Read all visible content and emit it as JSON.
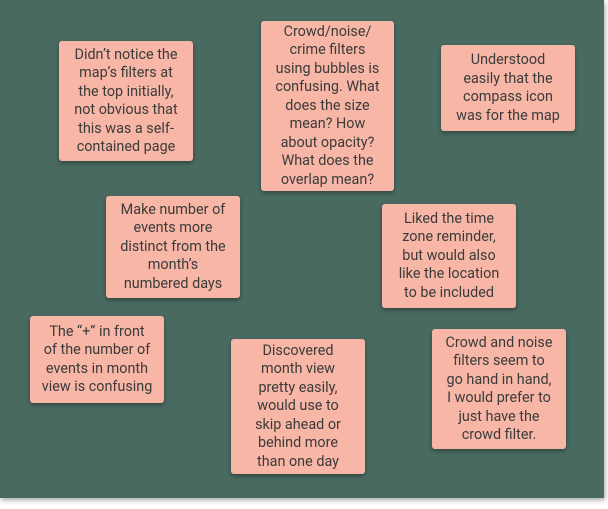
{
  "board": {
    "background_color": "#496a61",
    "note_color": "#f8b7a6",
    "notes": [
      {
        "text": "Didn’t notice the\nmap’s filters at\nthe top initially,\nnot obvious that\nthis was a self-\ncontained page"
      },
      {
        "text": "Crowd/noise/\ncrime filters\nusing bubbles is\nconfusing. What\ndoes the size\nmean? How\nabout opacity?\nWhat does the\noverlap mean?"
      },
      {
        "text": "Understood\neasily that the\ncompass icon\nwas for the map"
      },
      {
        "text": "Make number of\nevents more\ndistinct from the\nmonth’s\nnumbered days"
      },
      {
        "text": "Liked the time\nzone reminder,\nbut would also\nlike the location\nto be included"
      },
      {
        "text": "The “+” in front\nof the number of\nevents in month\nview is confusing"
      },
      {
        "text": "Discovered\nmonth view\npretty easily,\nwould use to\nskip ahead or\nbehind more\nthan one day"
      },
      {
        "text": "Crowd and noise\nfilters seem to\ngo hand in hand,\nI would prefer to\njust have the\ncrowd filter."
      }
    ]
  }
}
